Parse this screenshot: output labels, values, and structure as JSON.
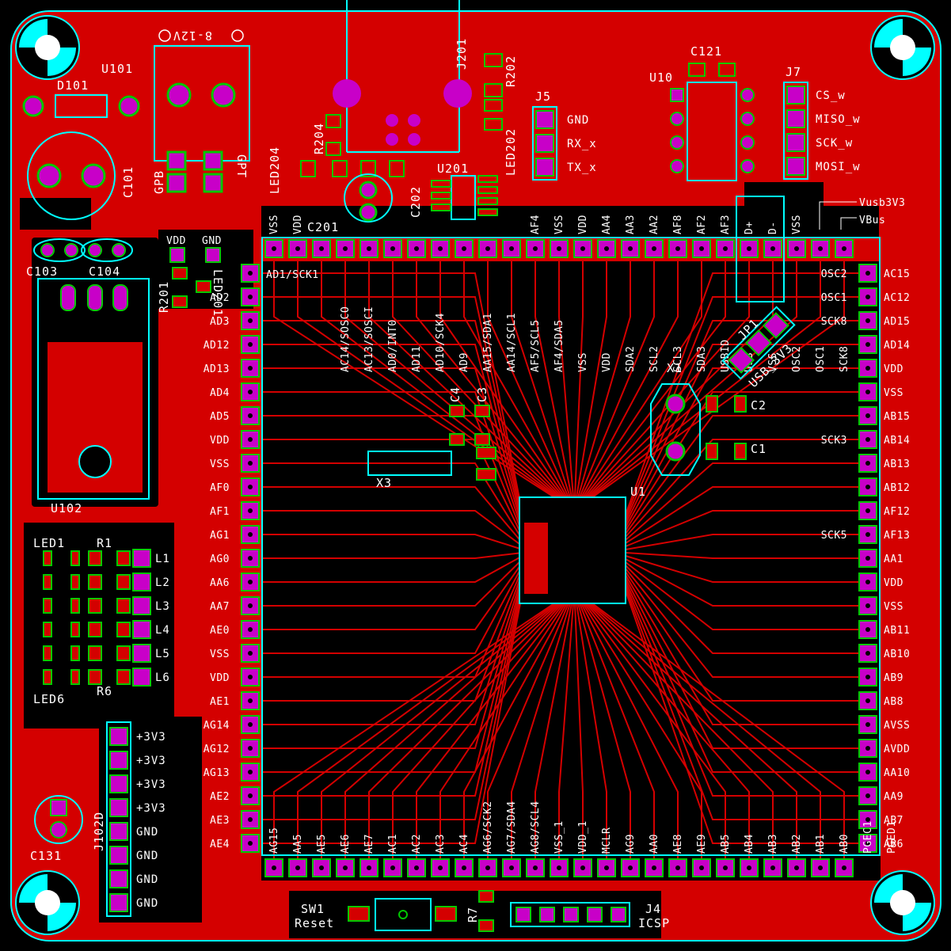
{
  "colors": {
    "background": "#000000",
    "copper": "#d40000",
    "silkscreen": "#00ffff",
    "pad": "#c800c8",
    "pad_ring": "#00c800",
    "text": "#ffffff"
  },
  "icons": [
    "mounting-hole-icon"
  ],
  "top_labels": [
    "VSS",
    "VDD",
    "C201",
    "AD1/SCK1",
    "AC14/SOSCO",
    "AC13/SOSCI",
    "AD0/INT0",
    "AD11",
    "AD10/SCK4",
    "AD9",
    "AA15/SDA1",
    "AA14/SCL1",
    "AF5/SCL5",
    "AF4/SDA5",
    "VSS",
    "VDD",
    "SDA2",
    "SCL2",
    "SCL3",
    "SDA3",
    "USBID",
    "USB",
    "VSS",
    "OSC2",
    "OSC1",
    "SCK8"
  ],
  "top_pin_names": [
    "AF4",
    "VSS",
    "VDD",
    "AA4",
    "AA3",
    "AA2",
    "AF8",
    "AF2",
    "AF3",
    "D+",
    "D-",
    "VSS"
  ],
  "left_pins": [
    "AD2",
    "AD3",
    "AD12",
    "AD13",
    "AD4",
    "AD5",
    "VDD",
    "VSS",
    "AF0",
    "AF1",
    "AG1",
    "AG0",
    "AA6",
    "AA7",
    "AE0",
    "VSS",
    "VDD",
    "AE1",
    "AG14",
    "AG12",
    "AG13",
    "AE2",
    "AE3",
    "AE4"
  ],
  "right_pins": [
    "AC15",
    "AC12",
    "AD15",
    "AD14",
    "VDD",
    "VSS",
    "AB15",
    "AB14",
    "AB13",
    "AB12",
    "AF12",
    "AF13",
    "AA1",
    "VDD",
    "VSS",
    "AB11",
    "AB10",
    "AB9",
    "AB8",
    "AVSS",
    "AVDD",
    "AA10",
    "AA9",
    "AB7",
    "AB6"
  ],
  "right_inner": [
    "OSC2",
    "OSC1",
    "SCK8",
    "SCK3",
    "SCK5"
  ],
  "bottom_pins": [
    "AG15",
    "AA5",
    "AE5",
    "AE6",
    "AE7",
    "AC1",
    "AC2",
    "AC3",
    "AC4",
    "AG6/SCK2",
    "AG7/SDA4",
    "AG8/SCL4",
    "VSS_1",
    "VDD_1",
    "MCLR",
    "AG9",
    "AA0",
    "AE8",
    "AE9",
    "AB5",
    "AB4",
    "AB3",
    "AB2",
    "AB1",
    "AB0",
    "PGEC1",
    "PGED1"
  ],
  "designators": {
    "u101": "U101",
    "d101": "D101",
    "c101": "C101",
    "power": "8-12V",
    "gpb": "GPB",
    "gpt": "GPT",
    "led204": "LED204",
    "r204": "R204",
    "j201": "J201",
    "r202": "R202",
    "led202": "LED202",
    "u201": "U201",
    "c202": "C202",
    "j5": "J5",
    "u10": "U10",
    "c121": "C121",
    "j7": "J7",
    "vusb": "Vusb3V3",
    "vbus": "VBus",
    "c103": "C103",
    "c104": "C104",
    "u102": "U102",
    "vdd": "VDD",
    "gnd": "GND",
    "r201": "R201",
    "led201": "LED201",
    "led1": "LED1",
    "r1": "R1",
    "r6": "R6",
    "led6": "LED6",
    "j102d": "J102D",
    "c131": "C131",
    "sw1": "SW1",
    "reset": "Reset",
    "r7": "R7",
    "j4": "J4",
    "icsp": "ICSP",
    "x1": "X1",
    "x3": "X3",
    "c1": "C1",
    "c2": "C2",
    "c3": "C3",
    "c4": "C4",
    "u1": "U1",
    "jp1": "JP1",
    "usb3v3": "USB_3V3"
  },
  "j5_labels": [
    "GND",
    "RX_x",
    "TX_x"
  ],
  "j7_labels": [
    "CS_w",
    "MISO_w",
    "SCK_w",
    "MOSI_w"
  ],
  "led_labels": [
    "L1",
    "L2",
    "L3",
    "L4",
    "L5",
    "L6"
  ],
  "j102_labels": [
    "+3V3",
    "+3V3",
    "+3V3",
    "+3V3",
    "GND",
    "GND",
    "GND",
    "GND"
  ]
}
